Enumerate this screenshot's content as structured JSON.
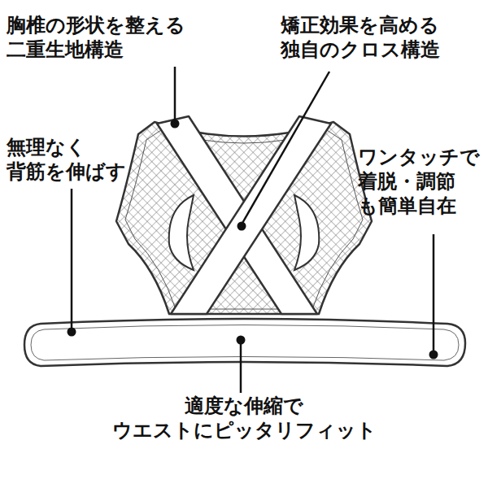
{
  "diagram": {
    "labels": [
      "胸椎の形状を整える 二重生地構造",
      "矯正効果を高める 独自のクロス構造",
      "無理なく 背筋を伸ばす",
      "ワンタッチで 着脱・調節 も簡単自在",
      "適度な伸縮で ウエストにピッタリフィット"
    ]
  }
}
